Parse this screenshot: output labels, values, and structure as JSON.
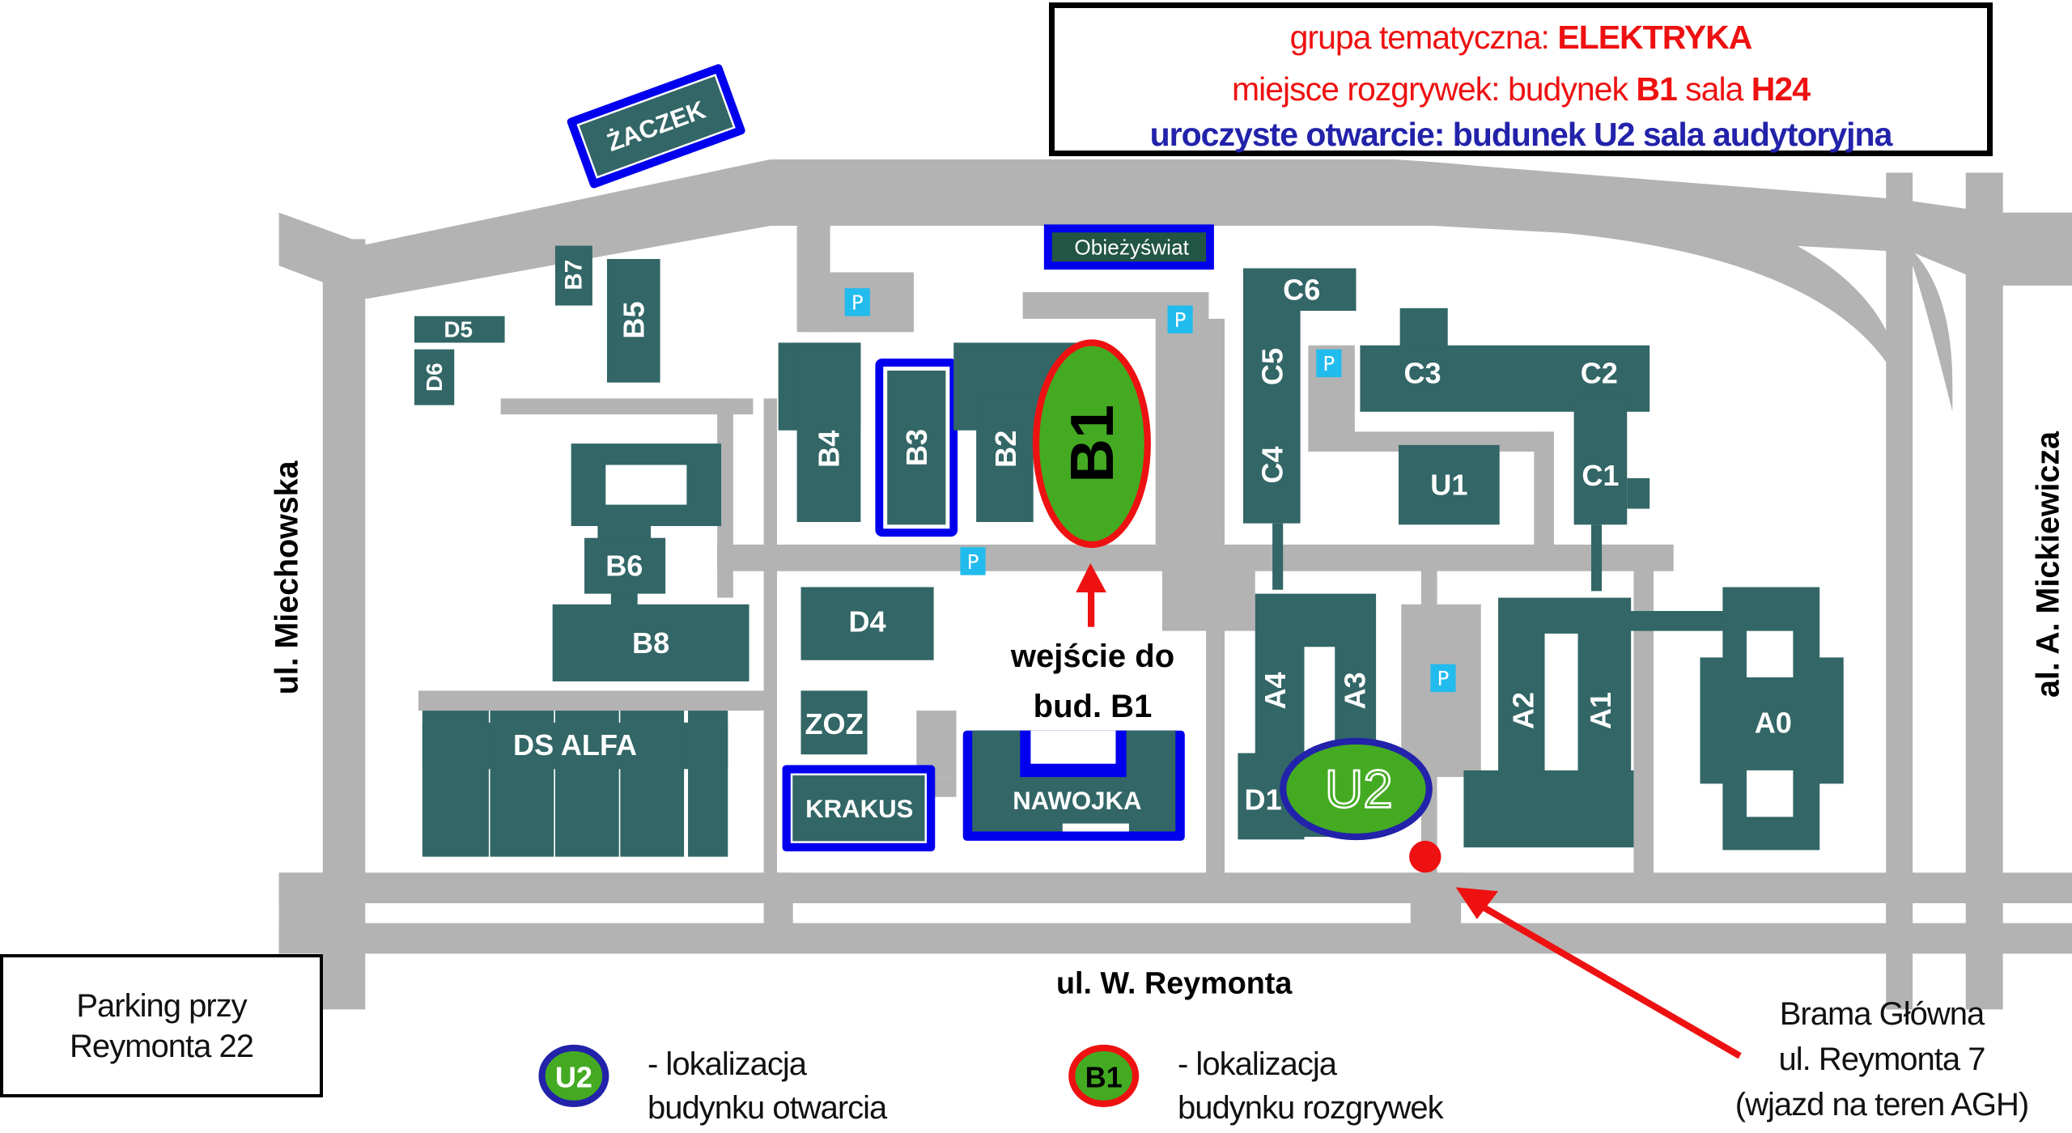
{
  "info_box": {
    "line1_prefix": "grupa tematyczna: ",
    "line1_value": "ELEKTRYKA",
    "line2_prefix": "miejsce rozgrywek: budynek ",
    "line2_building": "B1",
    "line2_mid": " sala ",
    "line2_room": "H24",
    "line3": "uroczyste otwarcie: budunek U2 sala audytoryjna",
    "colors": {
      "competition": "#ee1111",
      "opening": "#2222aa"
    }
  },
  "streets": {
    "west": "ul. Miechowska",
    "east": "al. A. Mickiewicza",
    "south": "ul. W. Reymonta"
  },
  "buildings": {
    "zaczek": "ŻACZEK",
    "obiezyswiat": "Obieżyświat",
    "b1": "B1",
    "b2": "B2",
    "b3": "B3",
    "b4": "B4",
    "b5": "B5",
    "b6": "B6",
    "b7": "B7",
    "b8": "B8",
    "c1": "C1",
    "c2": "C2",
    "c3": "C3",
    "c4": "C4",
    "c5": "C5",
    "c6": "C6",
    "d1": "D1",
    "d4": "D4",
    "d5": "D5",
    "d6": "D6",
    "a0": "A0",
    "a1": "A1",
    "a2": "A2",
    "a3": "A3",
    "a4": "A4",
    "u1": "U1",
    "u2": "U2",
    "ds_alfa": "DS ALFA",
    "zoz": "ZOZ",
    "krakus": "KRAKUS",
    "nawojka": "NAWOJKA"
  },
  "parking_label": "P",
  "entrance": {
    "line1": "wejście do",
    "line2": "bud. B1"
  },
  "parking_note": {
    "line1": "Parking przy",
    "line2": "Reymonta 22"
  },
  "gate": {
    "line1": "Brama Główna",
    "line2": "ul. Reymonta 7",
    "line3": "(wjazd na teren AGH)"
  },
  "legend": [
    {
      "badge": "U2",
      "line1": "- lokalizacja",
      "line2": "budynku otwarcia",
      "ring_color": "#2222aa"
    },
    {
      "badge": "B1",
      "line1": "- lokalizacja",
      "line2": "budynku rozgrywek",
      "ring_color": "#ee1111"
    }
  ],
  "colors": {
    "building": "#336666",
    "road": "#b3b3b3",
    "highlight_outline": "#0000ee",
    "marker_fill": "#44aa22",
    "parking": "#22bbee"
  }
}
